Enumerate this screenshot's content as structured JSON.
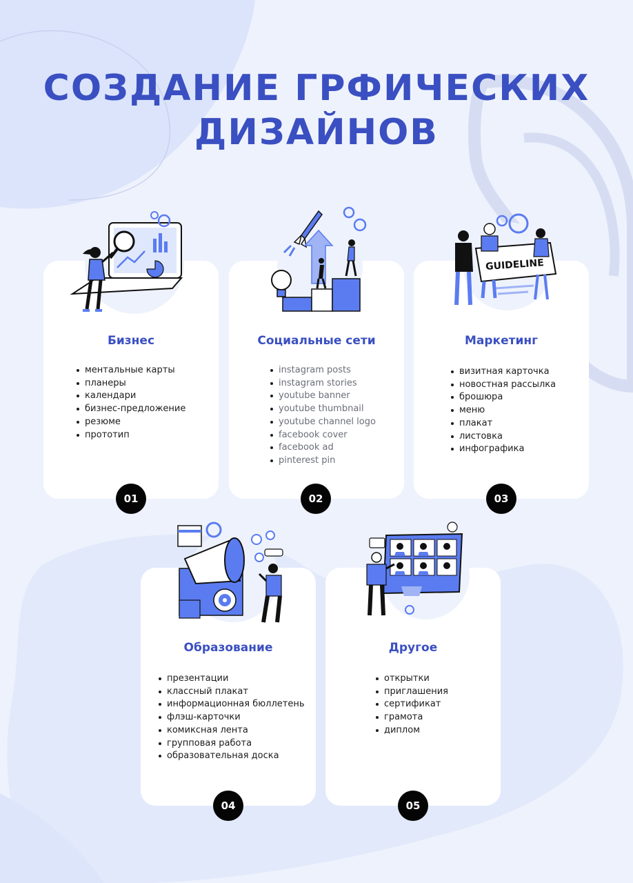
{
  "title": {
    "line1": "СОЗДАНИЕ ГРФИЧЕСКИХ",
    "line2": "ДИЗАЙНОВ"
  },
  "colors": {
    "accent": "#3a4fc1",
    "illustration_blue": "#5b7cf0",
    "background": "#eef2fc",
    "card": "#ffffff",
    "badge": "#050505"
  },
  "cards": [
    {
      "heading": "Бизнес",
      "number": "01",
      "icon": "data-analytics-illustration",
      "items": [
        "ментальные карты",
        "планеры",
        "календари",
        "бизнес-предложение",
        "резюме",
        "прототип"
      ]
    },
    {
      "heading": "Социальные сети",
      "number": "02",
      "icon": "rocket-growth-illustration",
      "items": [
        "instagram posts",
        "instagram stories",
        "youtube banner",
        "youtube thumbnail",
        "youtube channel logo",
        "facebook cover",
        "facebook ad",
        "pinterest pin"
      ]
    },
    {
      "heading": "Маркетинг",
      "number": "03",
      "icon": "guideline-team-illustration",
      "sign_text": "GUIDELINE",
      "items": [
        "визитная карточка",
        "новостная рассылка",
        "брошюра",
        "меню",
        "плакат",
        "листовка",
        "инфографика"
      ]
    },
    {
      "heading": "Образование",
      "number": "04",
      "icon": "megaphone-marketing-illustration",
      "items": [
        "презентации",
        "классный плакат",
        "информационная бюллетень",
        "флэш-карточки",
        "комиксная лента",
        "групповая работа",
        "образовательная доска"
      ]
    },
    {
      "heading": "Другое",
      "number": "05",
      "icon": "video-conference-illustration",
      "items": [
        "открытки",
        "приглашения",
        "сертификат",
        "грамота",
        "диплом"
      ]
    }
  ]
}
